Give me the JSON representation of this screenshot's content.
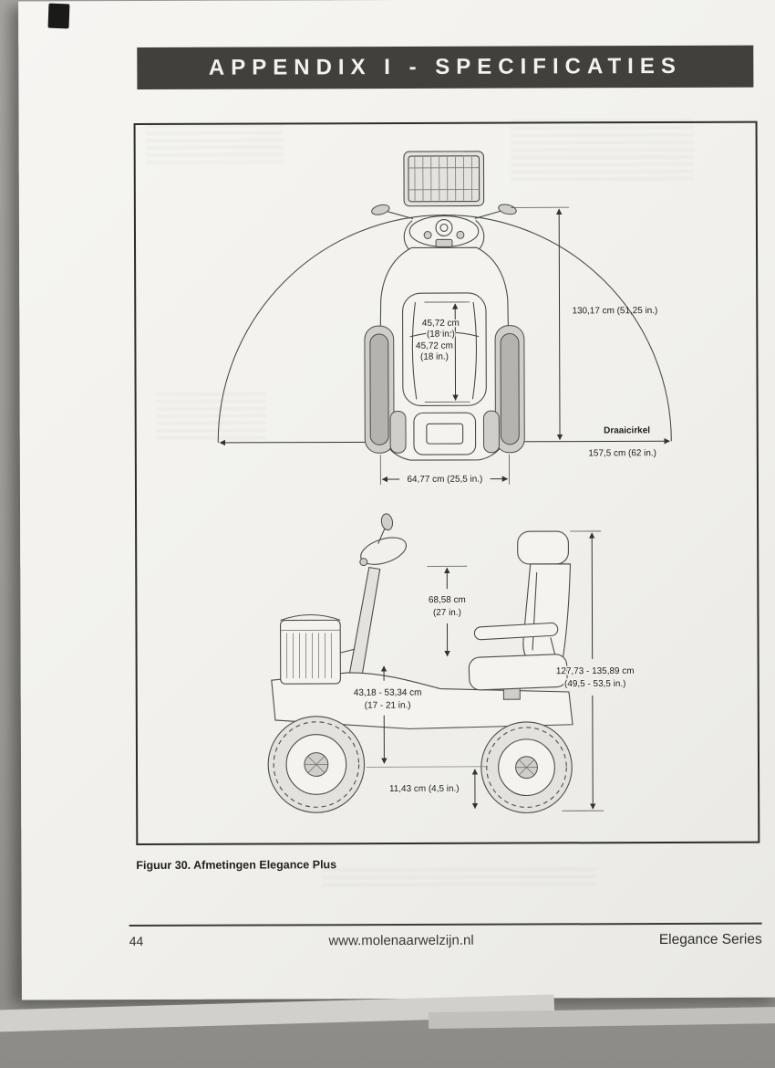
{
  "header": {
    "title": "APPENDIX I - SPECIFICATIES"
  },
  "figure": {
    "caption": "Figuur 30. Afmetingen Elegance Plus",
    "top_view": {
      "seat_width_cm": "45,72 cm",
      "seat_width_in": "(18 in.)",
      "seat_depth_cm": "45,72 cm",
      "seat_depth_in": "(18 in.)",
      "overall_length": "130,17 cm (51,25 in.)",
      "turning_circle_label": "Draaicirkel",
      "turning_circle_value": "157,5 cm (62 in.)",
      "overall_width": "64,77 cm (25,5 in.)"
    },
    "side_view": {
      "seat_back_height_cm": "68,58 cm",
      "seat_back_height_in": "(27 in.)",
      "overall_height_cm": "127,73 - 135,89 cm",
      "overall_height_in": "(49,5 - 53,5 in.)",
      "seat_height_cm": "43,18 - 53,34 cm",
      "seat_height_in": "(17 - 21 in.)",
      "ground_clearance": "11,43 cm (4,5 in.)"
    }
  },
  "footer": {
    "page_number": "44",
    "website": "www.molenaarwelzijn.nl",
    "series": "Elegance Series"
  },
  "colors": {
    "header_bg": "#41403c",
    "header_text": "#f3f2ef",
    "page_bg": "#f2f1ed",
    "scan_bg": "#9b9995",
    "line": "#333330"
  }
}
